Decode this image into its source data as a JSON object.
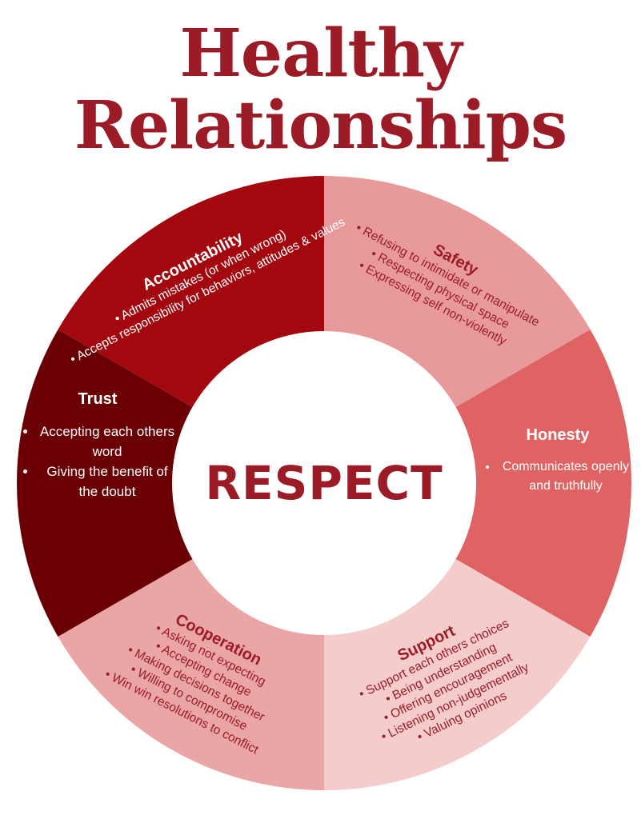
{
  "title_line1": "Healthy",
  "title_line2": "Relationships",
  "center_label": "RESPECT",
  "colors": {
    "title": "#9b1c26",
    "accountability": "#a3080f",
    "safety": "#e89a9a",
    "honesty": "#e06363",
    "support": "#f4cccc",
    "cooperation": "#eaa5a5",
    "trust": "#6b0004"
  },
  "segments": {
    "accountability": {
      "heading": "Accountability",
      "items": [
        "Admits mistakes (or when wrong)",
        "Accepts responsibility for behaviors, attitudes & values"
      ]
    },
    "safety": {
      "heading": "Safety",
      "items": [
        "Refusing to intimidate or manipulate",
        "Respecting physical space",
        "Expressing self non-violently"
      ]
    },
    "honesty": {
      "heading": "Honesty",
      "items": [
        "Communicates openly and truthfully"
      ]
    },
    "support": {
      "heading": "Support",
      "items": [
        "Support each others choices",
        "Being understanding",
        "Offering encouragement",
        "Listening non-judgementally",
        "Valuing opinions"
      ]
    },
    "cooperation": {
      "heading": "Cooperation",
      "items": [
        "Asking not expecting",
        "Accepting change",
        "Making decisions together",
        "Willing to compromise",
        "Win win resolutions to conflict"
      ]
    },
    "trust": {
      "heading": "Trust",
      "items": [
        "Accepting each others word",
        "Giving the benefit of the doubt"
      ]
    }
  }
}
